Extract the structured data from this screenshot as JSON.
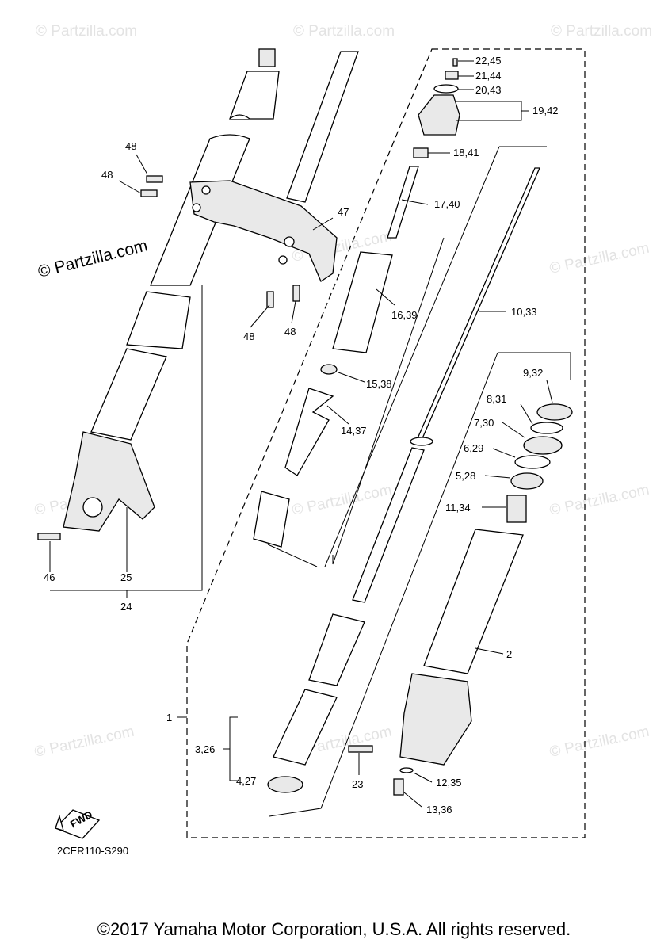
{
  "watermarks": {
    "main": "© Partzilla.com",
    "repeat": "© Partzilla.com"
  },
  "callouts": {
    "c22_45": "22,45",
    "c21_44": "21,44",
    "c20_43": "20,43",
    "c19_42": "19,42",
    "c18_41": "18,41",
    "c17_40": "17,40",
    "c47": "47",
    "c16_39": "16,39",
    "c10_33": "10,33",
    "c15_38": "15,38",
    "c14_37": "14,37",
    "c9_32": "9,32",
    "c8_31": "8,31",
    "c7_30": "7,30",
    "c6_29": "6,29",
    "c5_28": "5,28",
    "c11_34": "11,34",
    "c2": "2",
    "c1": "1",
    "c3_26": "3,26",
    "c4_27": "4,27",
    "c23": "23",
    "c12_35": "12,35",
    "c13_36": "13,36",
    "c48a": "48",
    "c48b": "48",
    "c48c": "48",
    "c48d": "48",
    "c46": "46",
    "c25": "25",
    "c24": "24"
  },
  "fwd_label": "FWD",
  "diagram_code": "2CER110-S290",
  "copyright": "©2017 Yamaha Motor Corporation, U.S.A. All rights reserved."
}
